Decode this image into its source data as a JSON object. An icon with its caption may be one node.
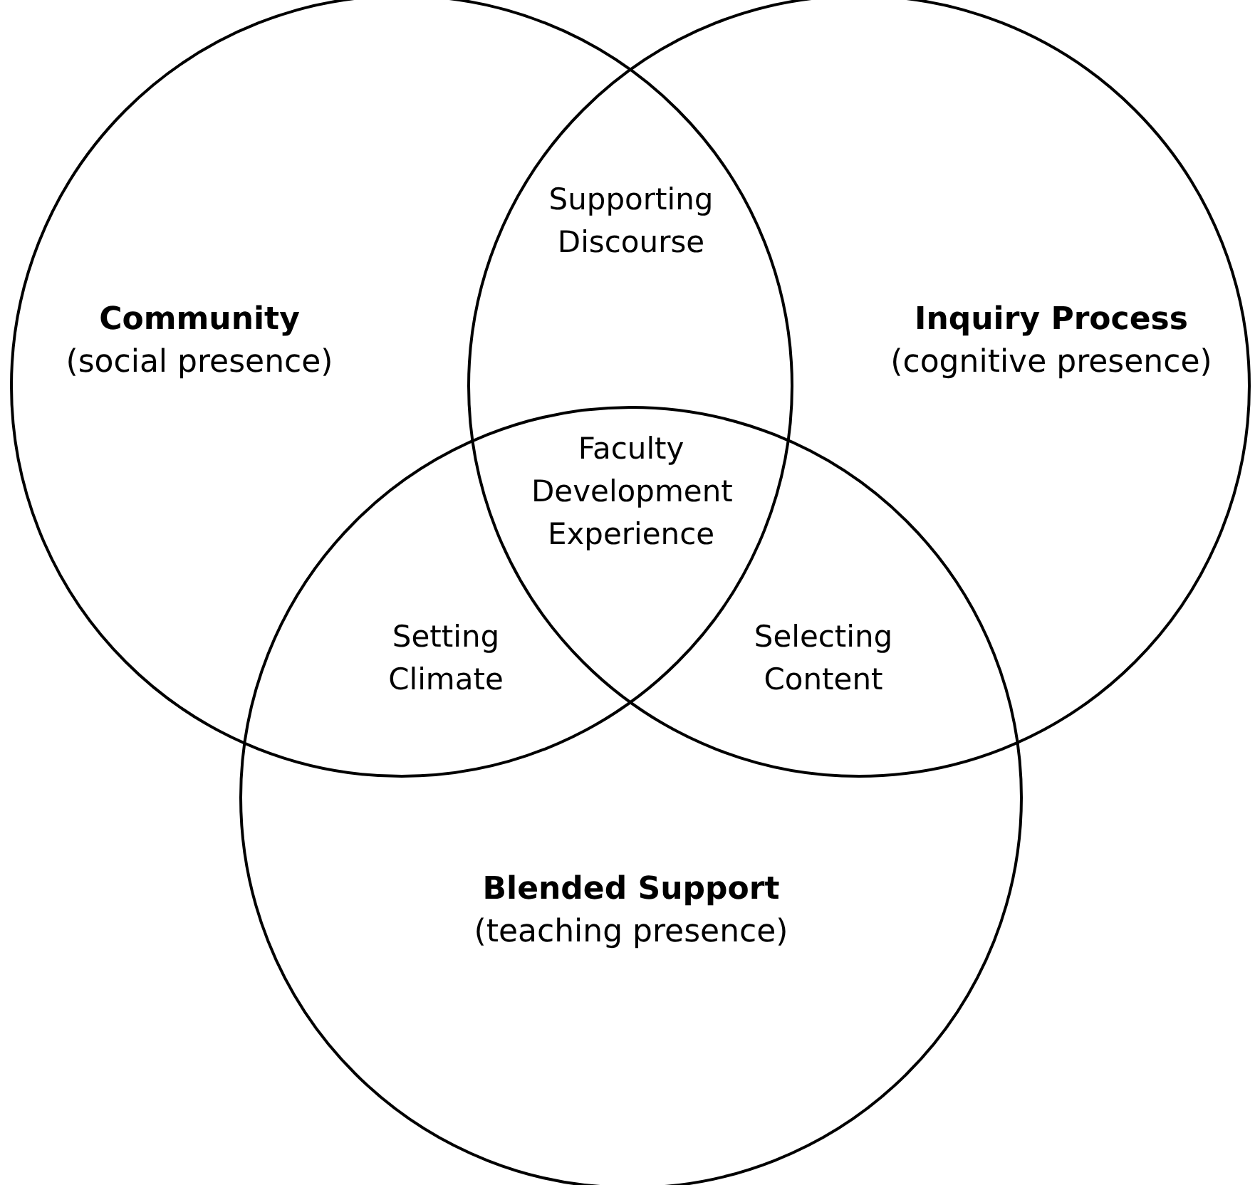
{
  "diagram": {
    "nodes": [
      {
        "text": [
          "Community",
          "(social presence)"
        ]
      },
      {
        "text": [
          "Inquiry Process",
          "(cognitive presence)"
        ]
      },
      {
        "text": [
          "Blended Support",
          "(teaching presence)"
        ]
      }
    ],
    "labels": [
      "Supporting Discourse",
      "Faculty Development Experience",
      "Setting Climate",
      "Selecting Content"
    ]
  }
}
